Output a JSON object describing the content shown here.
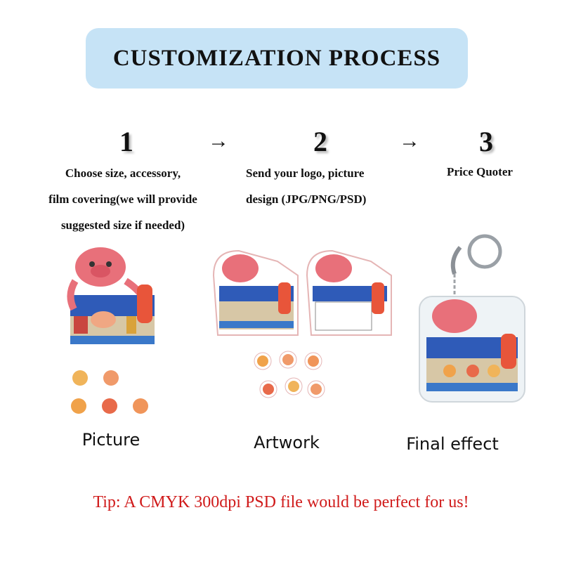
{
  "title": "CUSTOMIZATION PROCESS",
  "steps": [
    {
      "number": "1",
      "lines": [
        "Choose size, accessory,",
        "film covering(we will provide",
        "suggested size if needed)"
      ]
    },
    {
      "number": "2",
      "lines": [
        "Send your logo, picture",
        "design (JPG/PNG/PSD)"
      ]
    },
    {
      "number": "3",
      "lines": [
        "Price Quoter"
      ]
    }
  ],
  "arrows": [
    "→",
    "→"
  ],
  "captions": {
    "picture": "Picture",
    "artwork": "Artwork",
    "final": "Final effect"
  },
  "tip": "Tip: A CMYK 300dpi PSD file would be perfect for us!",
  "colors": {
    "banner": "#c6e3f6",
    "tip": "#d01a1a",
    "octopus": "#e8707a",
    "awning": "#2f5bb8"
  }
}
